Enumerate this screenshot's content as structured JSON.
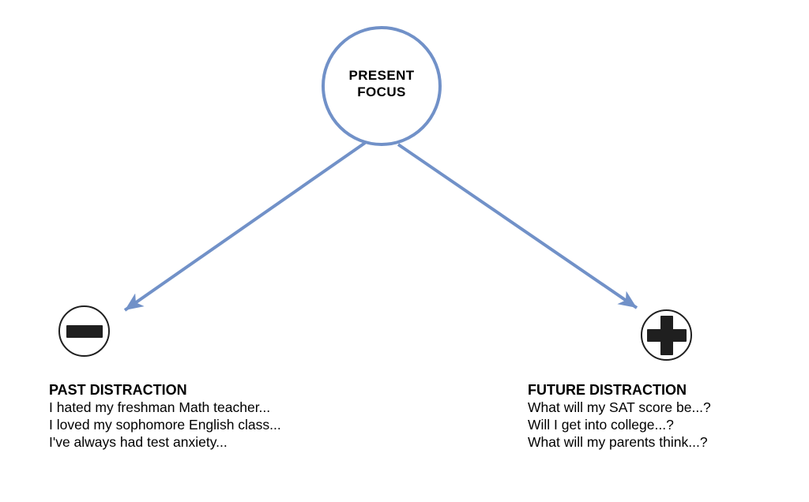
{
  "title_node": {
    "line1": "PRESENT",
    "line2": "FOCUS"
  },
  "past": {
    "title": "PAST DISTRACTION",
    "icon": "minus-icon",
    "items": [
      "I hated my freshman Math teacher...",
      "I loved my sophomore English class...",
      "I've always had test anxiety..."
    ]
  },
  "future": {
    "title": "FUTURE DISTRACTION",
    "icon": "plus-icon",
    "items": [
      "What will my SAT score be...?",
      "Will I get into college...?",
      "What will my parents think...?"
    ]
  },
  "colors": {
    "accent": "#7191C8",
    "symbol": "#1F1F1F",
    "text": "#000000",
    "background": "#FFFFFF"
  }
}
